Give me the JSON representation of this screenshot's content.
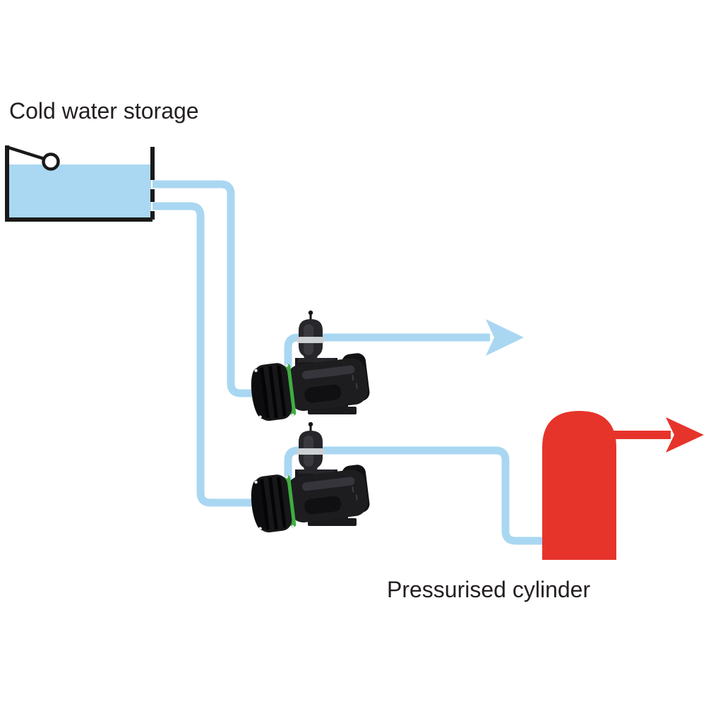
{
  "diagram": {
    "labels": {
      "tank": "Cold water storage",
      "cylinder": "Pressurised cylinder"
    },
    "icons": {
      "tank": "cold-water-storage-tank",
      "float": "float-valve",
      "pump_top": "water-pump-with-accumulator",
      "pump_bottom": "water-pump-with-accumulator",
      "cylinder": "pressurised-cylinder",
      "arrow_top": "blue-flow-arrow-right",
      "arrow_right": "red-flow-arrow-right"
    },
    "colors": {
      "water": "#aad8f2",
      "pipe": "#a9d7f1",
      "accent_red": "#e6342b",
      "outline_black": "#1a1a1a",
      "pump_body": "#1d1d20",
      "pump_ring_green": "#3fae3f",
      "accumulator_band": "#ccd0d2",
      "text": "#231f20",
      "background": "#ffffff"
    }
  }
}
